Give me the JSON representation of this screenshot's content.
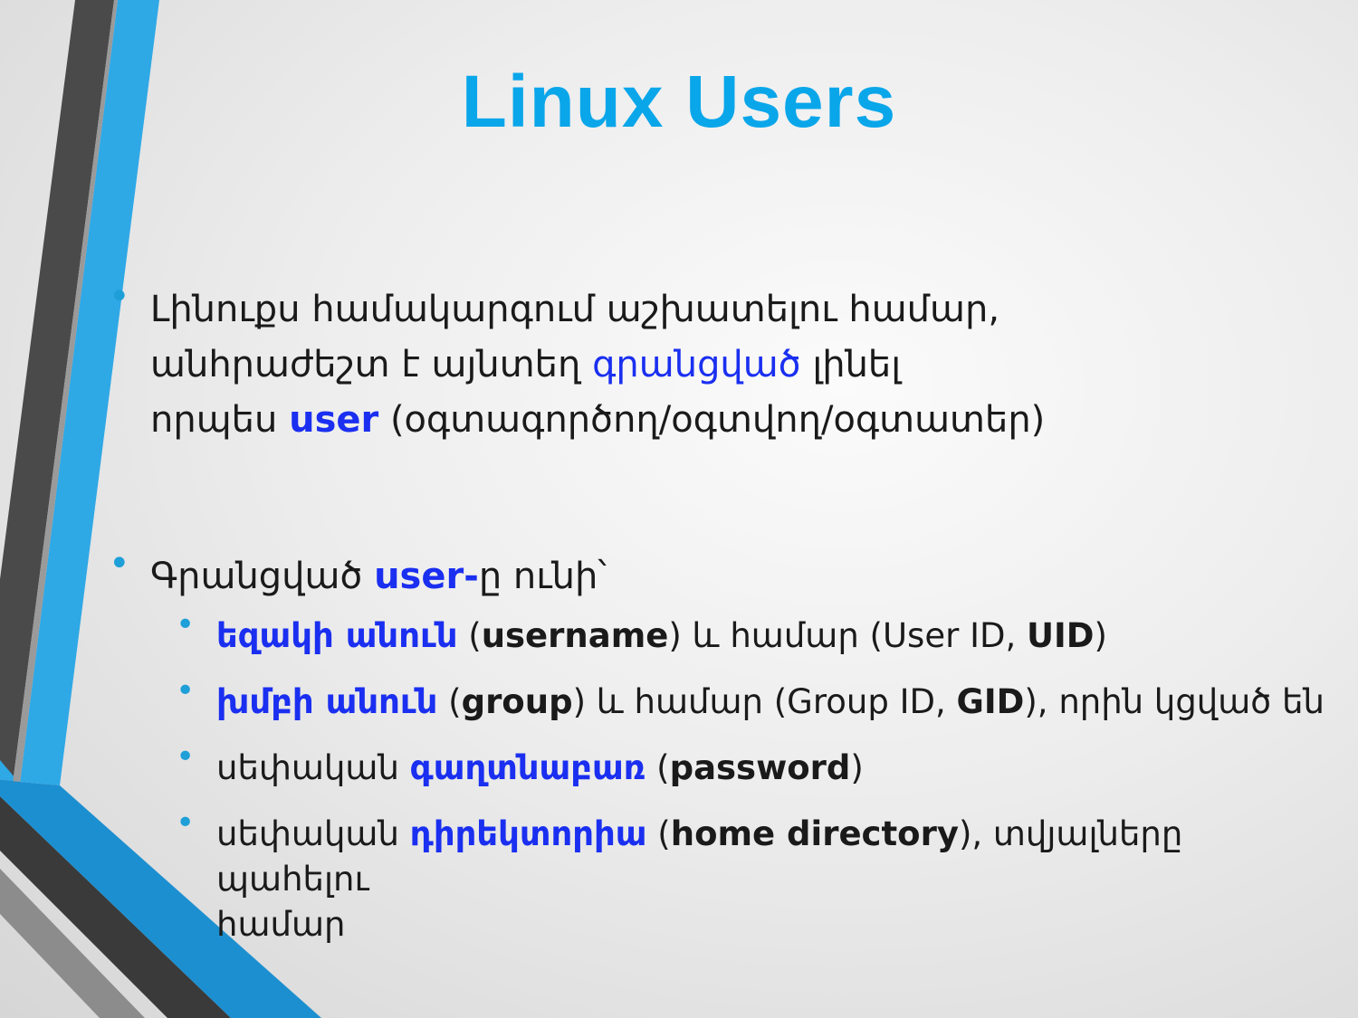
{
  "slide": {
    "title": "Linux Users",
    "bullets": {
      "b1": {
        "line1": "Լինուքս համակարգում աշխատելու համար,",
        "line2_pre": "անհրաժեշտ է այնտեղ ",
        "line2_hl": "գրանցված",
        "line2_post": " լինել",
        "line3_pre": "որպես ",
        "line3_hl": "user",
        "line3_post": " (օգտագործող/օգտվող/օգտատեր)"
      },
      "b2": {
        "pre": "Գրանցված ",
        "hl": "user-",
        "post": "ը ունի՝"
      },
      "s1": {
        "hl": "եզակի անուն",
        "p1": " (",
        "b1": "username",
        "p2": ") և համար (User ID, ",
        "b2": "UID",
        "p3": ")"
      },
      "s2": {
        "hl": "խմբի անուն",
        "p1": " (",
        "b1": "group",
        "p2": ") և համար (Group ID, ",
        "b2": "GID",
        "p3": "), որին կցված են"
      },
      "s3": {
        "pre": "սեփական ",
        "hl": "գաղտնաբառ",
        "p1": " (",
        "b1": "password",
        "p2": ")"
      },
      "s4": {
        "pre": "սեփական ",
        "hl": "դիրեկտորիա",
        "p1": " (",
        "b1": "home directory",
        "p2": "), տվյալները պահելու",
        "line2": "համար"
      }
    }
  },
  "colors": {
    "title": "#0aa6ea",
    "highlight": "#1a2ff0",
    "bullet": "#1e9fd8",
    "stripe_blue": "#2fa8e6",
    "stripe_dark": "#4a4a4a"
  }
}
